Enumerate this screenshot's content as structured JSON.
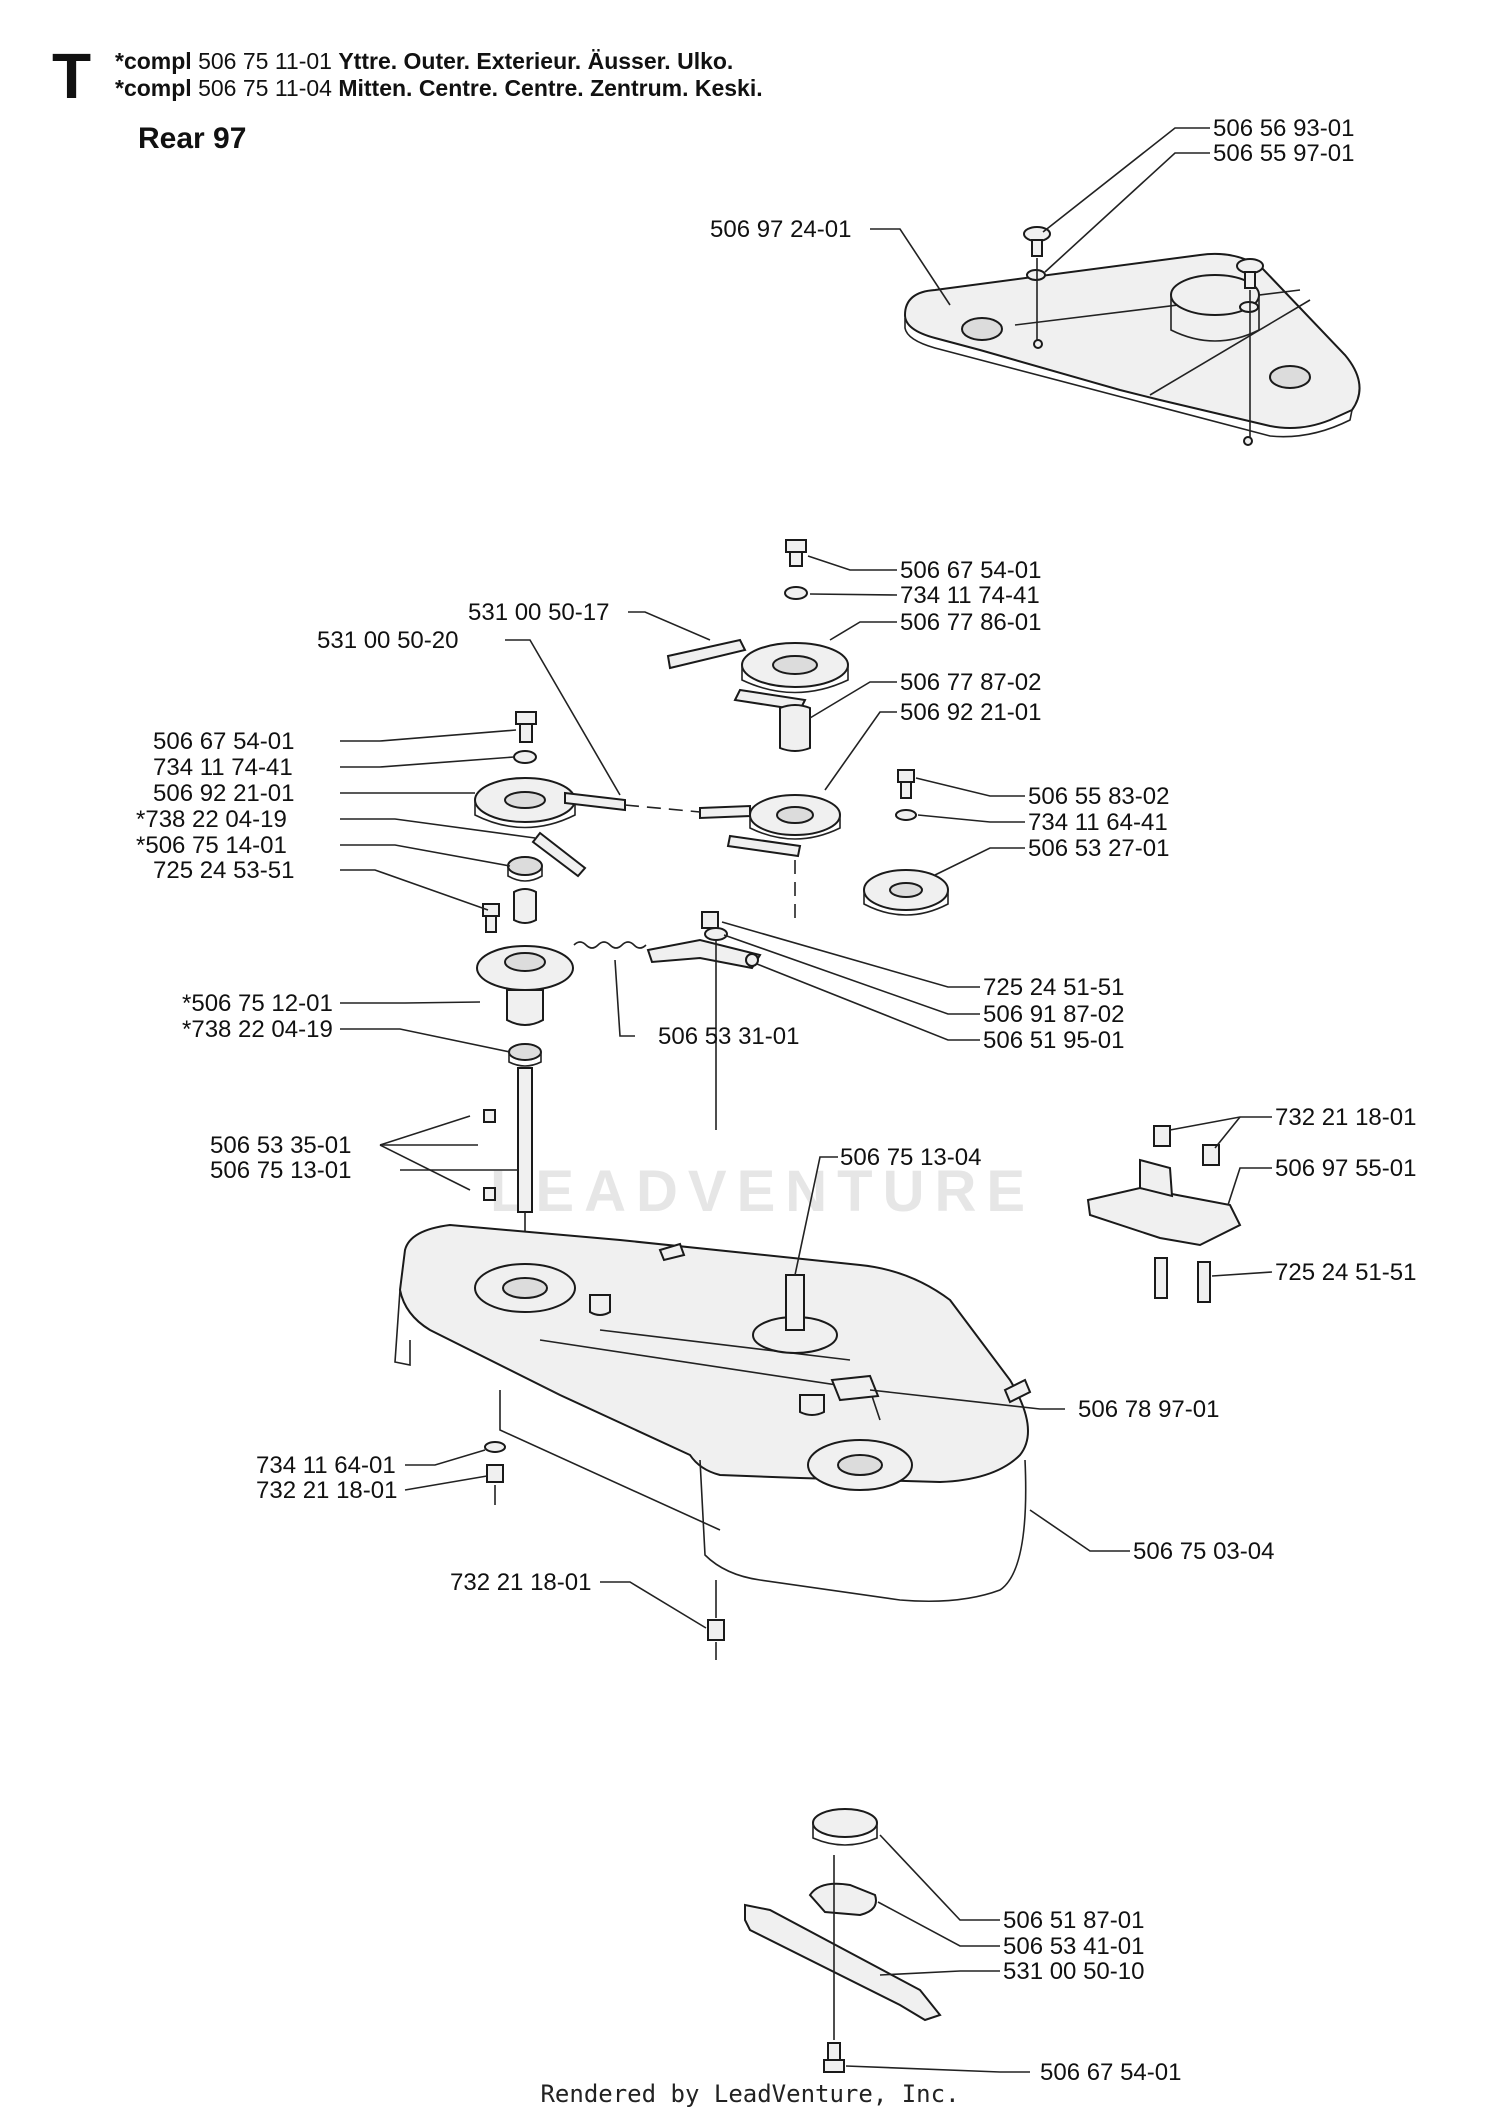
{
  "header": {
    "section_letter": "T",
    "line1": {
      "prefix": "*compl",
      "number": "506 75 11-01",
      "desc": "Yttre. Outer. Exterieur. Äusser. Ulko."
    },
    "line2": {
      "prefix": "*compl",
      "number": "506 75 11-04",
      "desc": "Mitten. Centre. Centre. Zentrum. Keski."
    },
    "title": "Rear 97"
  },
  "watermark": "LEADVENTURE",
  "footer": "Rendered by LeadVenture, Inc.",
  "parts": [
    "506 56 93-01",
    "506 55 97-01",
    "506 97 24-01",
    "506 67 54-01",
    "734 11 74-41",
    "506 77 86-01",
    "531 00 50-17",
    "531 00 50-20",
    "506 77 87-02",
    "506 92 21-01",
    "506 67 54-01",
    "734 11 74-41",
    "506 92 21-01",
    "*738 22 04-19",
    "*506 75 14-01",
    "725 24 53-51",
    "506 55 83-02",
    "734 11 64-41",
    "506 53 27-01",
    "725 24 51-51",
    "506 91 87-02",
    "506 51 95-01",
    "*506 75 12-01",
    "*738 22 04-19",
    "506 53 31-01",
    "506 53 35-01",
    "506 75 13-01",
    "506 75 13-04",
    "732 21 18-01",
    "506 97 55-01",
    "725 24 51-51",
    "506 78 97-01",
    "734 11 64-01",
    "732 21 18-01",
    "506 75 03-04",
    "732 21 18-01",
    "506 51 87-01",
    "506 53 41-01",
    "531 00 50-10",
    "506 67 54-01"
  ]
}
